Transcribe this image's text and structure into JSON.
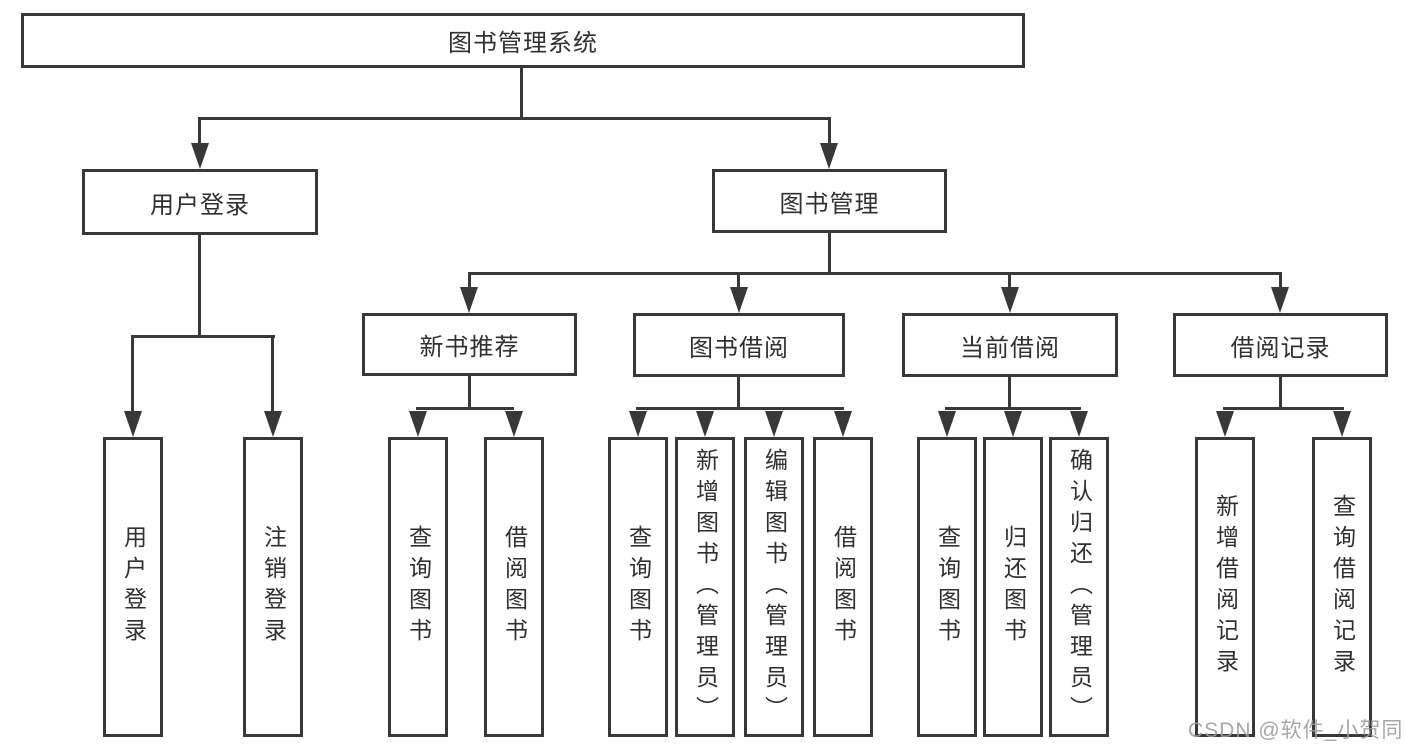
{
  "tree": {
    "root": {
      "label": "图书管理系统",
      "children": [
        {
          "label": "用户登录",
          "children": [
            {
              "label": "用户登录"
            },
            {
              "label": "注销登录"
            }
          ]
        },
        {
          "label": "图书管理",
          "children": [
            {
              "label": "新书推荐",
              "children": [
                {
                  "label": "查询图书"
                },
                {
                  "label": "借阅图书"
                }
              ]
            },
            {
              "label": "图书借阅",
              "children": [
                {
                  "label": "查询图书"
                },
                {
                  "label": "新增图书（管理员）"
                },
                {
                  "label": "编辑图书（管理员）"
                },
                {
                  "label": "借阅图书"
                }
              ]
            },
            {
              "label": "当前借阅",
              "children": [
                {
                  "label": "查询图书"
                },
                {
                  "label": "归还图书"
                },
                {
                  "label": "确认归还（管理员）"
                }
              ]
            },
            {
              "label": "借阅记录",
              "children": [
                {
                  "label": "新增借阅记录"
                },
                {
                  "label": "查询借阅记录"
                }
              ]
            }
          ]
        }
      ]
    }
  },
  "watermark": {
    "text": "CSDN @软件_小贺同学"
  },
  "colors": {
    "line": "#383838",
    "text": "#303030",
    "watermark": "#9c9c9c",
    "background": "#ffffff"
  }
}
